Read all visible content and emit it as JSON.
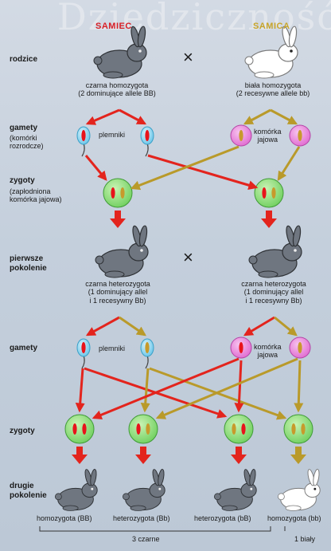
{
  "watermark": "Dziedziczność",
  "headers": {
    "male": "SAMIEC",
    "female": "SAMICA",
    "male_color": "#d81f26",
    "female_color": "#c8a52a"
  },
  "rows": {
    "parents": "rodzice",
    "gametes1": "gamety",
    "gametes1_note": "(komórki\nrozrodcze)",
    "zygotes1": "zygoty",
    "zygotes1_note": "(zapłodniona\nkomórka jajowa)",
    "f1": "pierwsze\npokolenie",
    "gametes2": "gamety",
    "zygotes2": "zygoty",
    "f2": "drugie\npokolenie"
  },
  "cross_symbol": "×",
  "parents": {
    "male": "czarna homozygota\n(2 dominujące allele BB)",
    "female": "biała homozygota\n(2 recesywne allele bb)"
  },
  "gamete_labels": {
    "sperm": "plemniki",
    "egg": "komórka\njajowa"
  },
  "f1": {
    "male": "czarna heterozygota\n(1 dominujący allel\ni 1 recesywny Bb)",
    "female": "czarna heterozygota\n(1 dominujący allel\ni 1 recesywny Bb)"
  },
  "f2": {
    "labels": [
      "homozygota (BB)",
      "heterozygota (Bb)",
      "heterozygota (bB)",
      "homozygota (bb)"
    ],
    "summary_black": "3 czarne",
    "summary_white": "1 biały"
  },
  "colors": {
    "dominant": "#e8141b",
    "recessive": "#c79a2c",
    "zygote": "#6fcf5e",
    "sperm": "#69c5e8",
    "egg": "#e06ad0",
    "arrow_red": "#e3241d",
    "arrow_gold": "#b99a2a"
  }
}
